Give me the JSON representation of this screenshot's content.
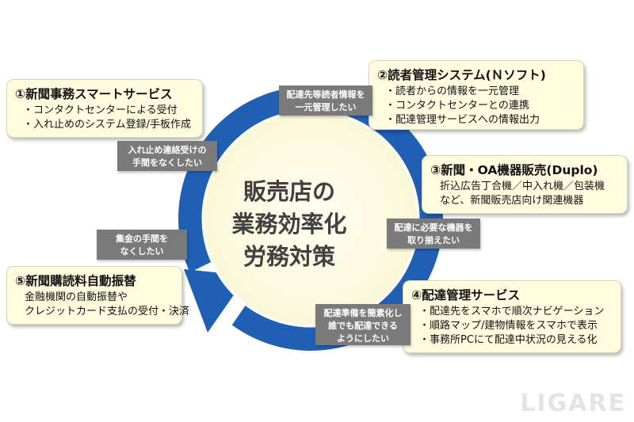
{
  "center": {
    "line1": "販売店の",
    "line2": "業務効率化",
    "line3": "労務対策"
  },
  "boxes": [
    {
      "title": "①新聞事務スマートサービス",
      "bullets": [
        "・コンタクトセンターによる受付",
        "・入れ止めのシステム登録/手板作成"
      ]
    },
    {
      "title": "②読者管理システム(Ｎソフト)",
      "bullets": [
        "・読者からの情報を一元管理",
        "・コンタクトセンターとの連携",
        "・配達管理サービスへの情報出力"
      ]
    },
    {
      "title": "③新聞・OA機器販売(Duplo)",
      "lines": [
        "折込広告丁合機／中入れ機／包装機",
        "など、新聞販売店向け関連機器"
      ]
    },
    {
      "title": "④配達管理サービス",
      "bullets": [
        "・配達先をスマホで順次ナビゲーション",
        "・順路マップ/建物情報をスマホで表示",
        "・事務所PCにて配達中状況の見える化"
      ]
    },
    {
      "title": "⑤新聞購読料自動振替",
      "lines": [
        "金融機関の自動振替や",
        "クレジットカード支払の受付・決済"
      ]
    }
  ],
  "tags": [
    {
      "lines": [
        "入れ止め連絡受けの",
        "手間をなくしたい"
      ]
    },
    {
      "lines": [
        "配達先等読者情報を",
        "一元管理したい"
      ]
    },
    {
      "lines": [
        "配達に必要な機器を",
        "取り揃えたい"
      ]
    },
    {
      "lines": [
        "配達準備を簡素化し",
        "誰でも配達できる",
        "ようにしたい"
      ]
    },
    {
      "lines": [
        "集金の手間を",
        "なくしたい"
      ]
    }
  ],
  "colors": {
    "arrow": "#1f5fb4",
    "circle": "#fffce0",
    "box_bg": "#fffce0",
    "tag_bg": "#7a7a7a"
  },
  "watermark": "LIGARE"
}
